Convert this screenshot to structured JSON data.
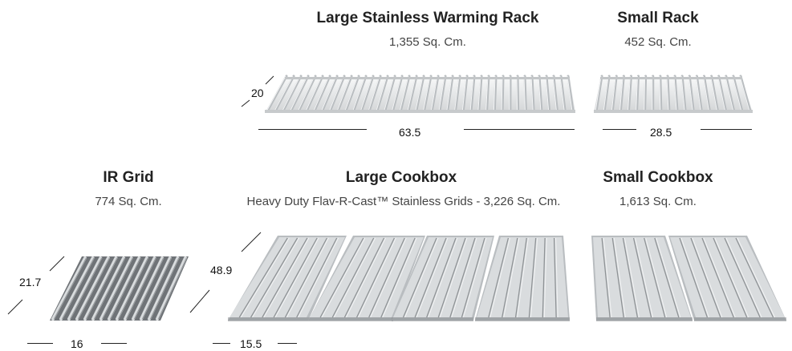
{
  "warming_rack": {
    "title": "Large Stainless Warming Rack",
    "area": "1,355 Sq. Cm.",
    "depth": "20",
    "width": "63.5"
  },
  "small_rack": {
    "title": "Small Rack",
    "area": "452 Sq. Cm.",
    "width": "28.5"
  },
  "ir_grid": {
    "title": "IR Grid",
    "area": "774 Sq. Cm.",
    "depth": "21.7",
    "width": "16"
  },
  "large_cookbox": {
    "title": "Large Cookbox",
    "area": "Heavy Duty Flav-R-Cast™ Stainless Grids - 3,226 Sq. Cm.",
    "depth": "48.9",
    "width": "15.5"
  },
  "small_cookbox": {
    "title": "Small Cookbox",
    "area": "1,613 Sq. Cm."
  },
  "colors": {
    "steel_light": "#d9dcde",
    "steel_mid": "#b9bdc0",
    "steel_dark": "#8f9396"
  }
}
